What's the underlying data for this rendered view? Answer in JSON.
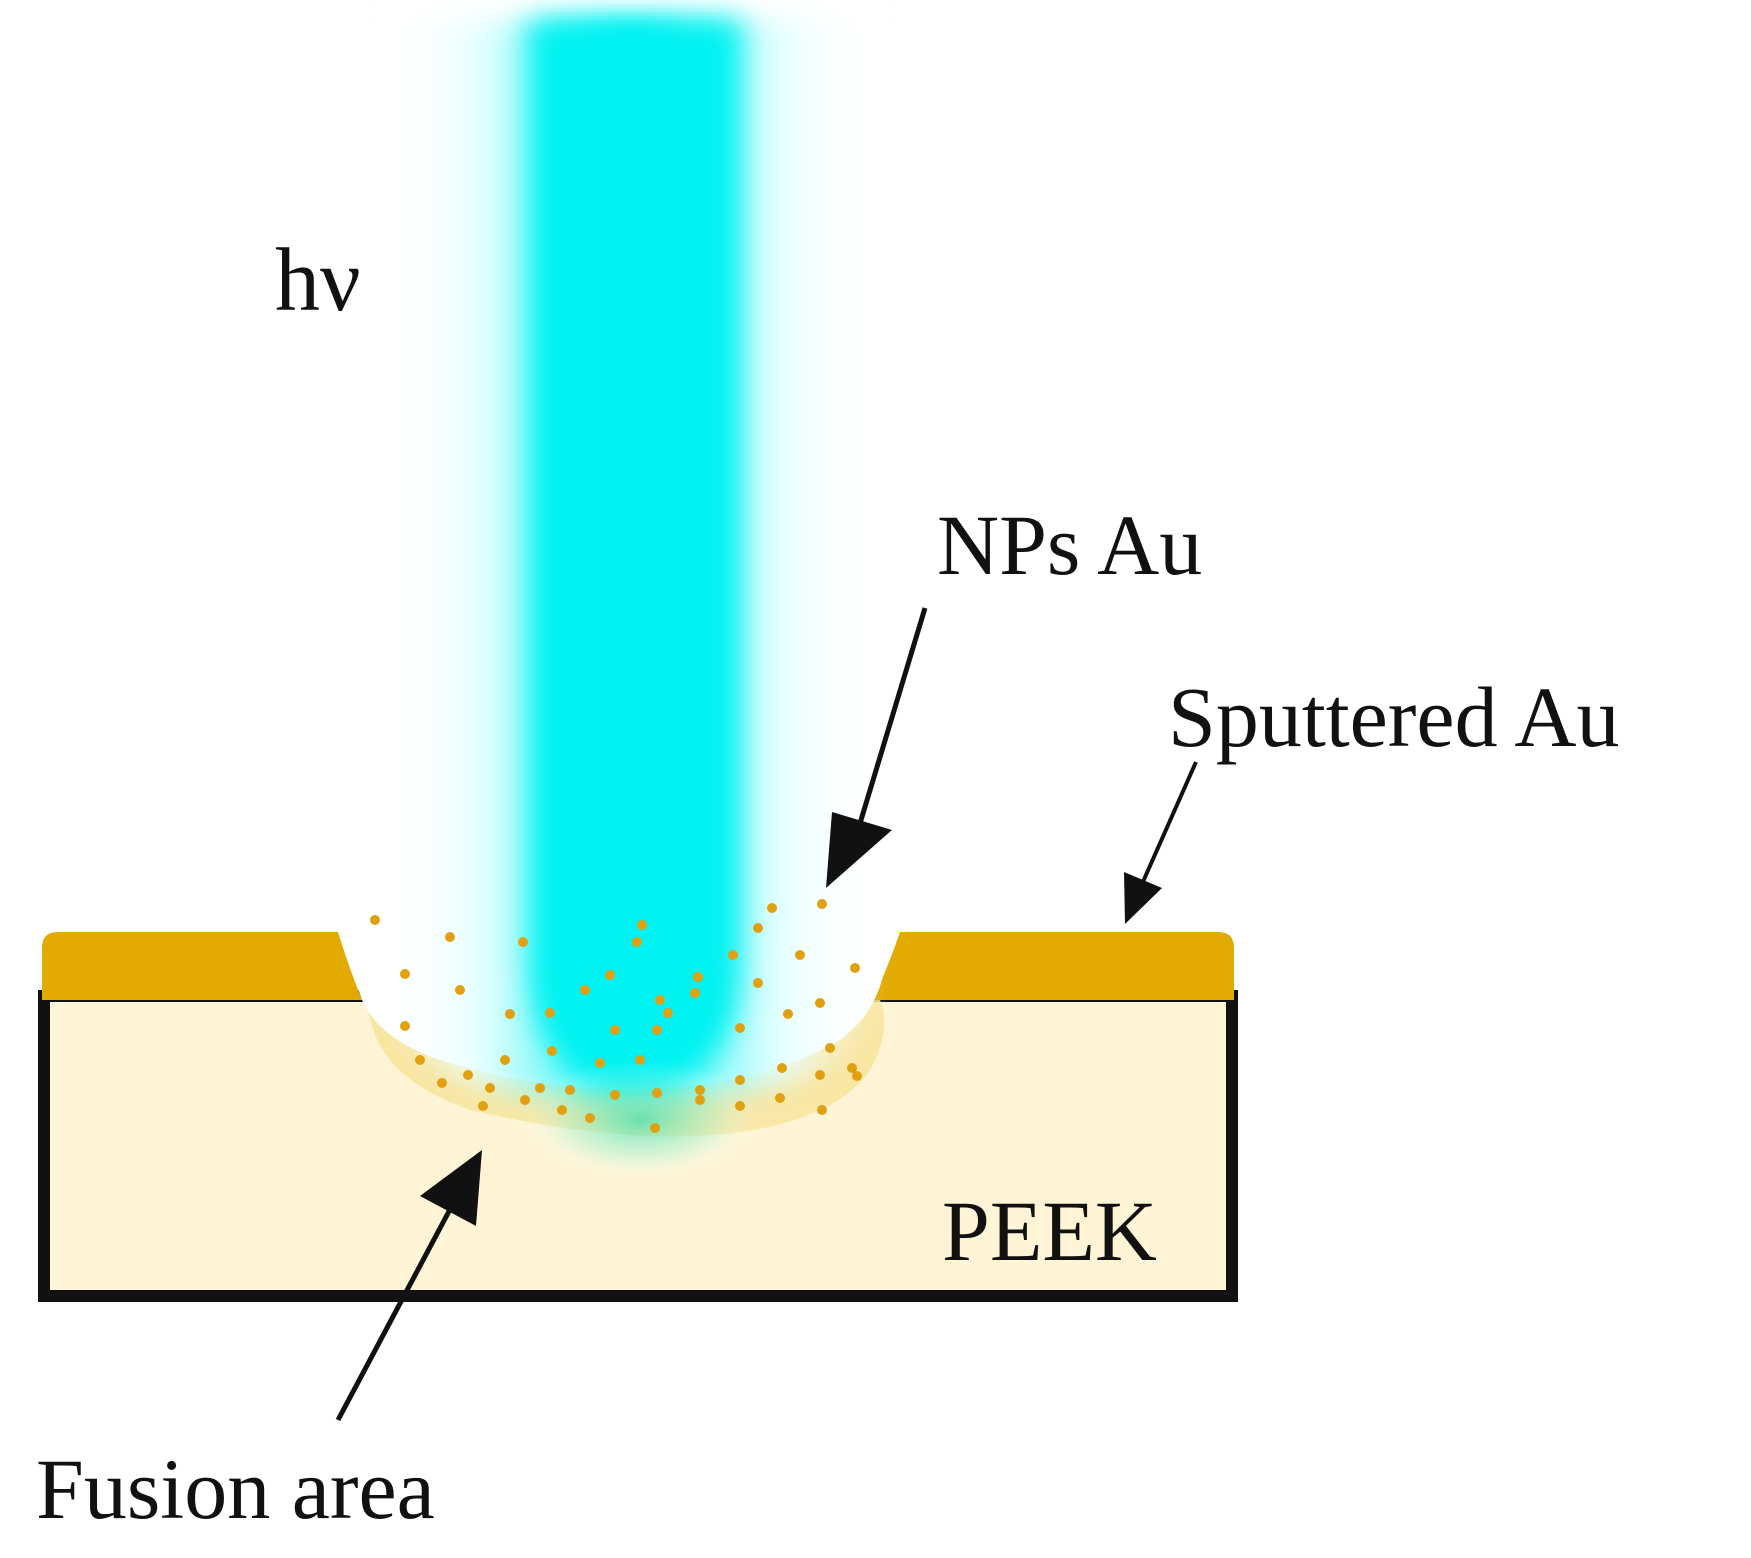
{
  "labels": {
    "photon": "hν",
    "nps_au": "NPs Au",
    "sputtered_au": "Sputtered Au",
    "substrate": "PEEK",
    "fusion_area": "Fusion area"
  },
  "colors": {
    "beam_core": "#00f5f5",
    "gold_layer": "#e2aa00",
    "substrate_fill": "#fff5d6",
    "fusion_zone": "#f6d878",
    "nanoparticles": "#e0a010",
    "outline": "#111111"
  }
}
